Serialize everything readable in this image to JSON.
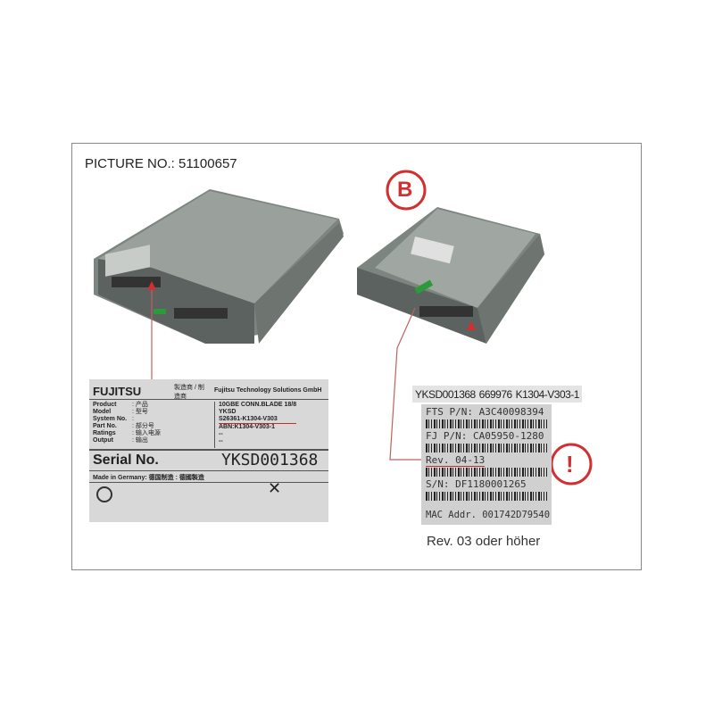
{
  "title": "PICTURE NO.: 51100657",
  "marker_b": "B",
  "marker_warning": "!",
  "left_label": {
    "brand": "FUJITSU",
    "manufacturer_cn": "製造商 / 制造商",
    "manufacturer": "Fujitsu Technology Solutions GmbH",
    "fields": [
      "Product",
      "Model",
      "System No.",
      "Part No.",
      "Ratings",
      "Output"
    ],
    "fields_cn": [
      ": 产品",
      ": 型号",
      ":",
      ": 部分号",
      ": 输入电源",
      ": 输出"
    ],
    "values": [
      "10GBE CONN.BLADE 18/8",
      "YKSD",
      "S26361-K1304-V303",
      "ABN:K1304-V303-1",
      "--",
      "--"
    ],
    "serial_label": "Serial No.",
    "serial_value": "YKSD001368",
    "made_in": "Made in Germany: 德国制造 : 德國製造"
  },
  "right_label": {
    "strip": [
      "YKSD001368",
      "669976",
      "K1304-V303-1"
    ],
    "lines": [
      "FTS P/N: A3C40098394",
      "FJ P/N: CA05950-1280",
      "Rev. 04-13",
      "S/N: DF1180001265",
      "MAC Addr. 001742D79540"
    ]
  },
  "rev_note": "Rev. 03  oder höher",
  "colors": {
    "accent_red": "#d03030",
    "frame": "#888888"
  }
}
